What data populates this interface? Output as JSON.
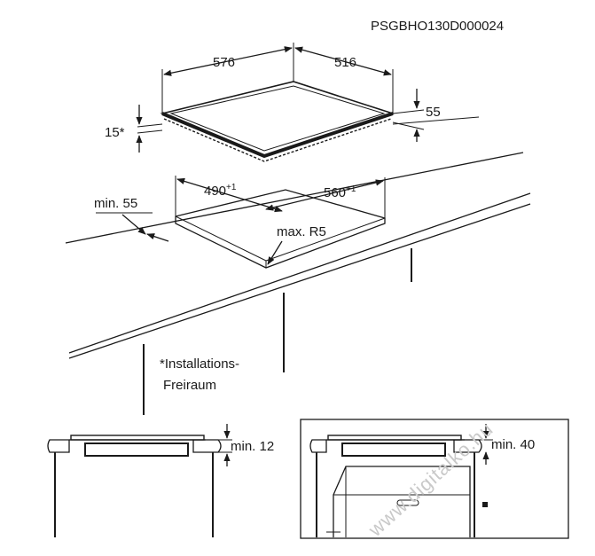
{
  "drawing_code": "PSGBHO130D000024",
  "dimensions": {
    "hob_width": "576",
    "hob_depth": "516",
    "hob_height": "55",
    "min_clearance": "15*",
    "cutout_width": "490",
    "cutout_width_tol": "+1",
    "cutout_depth": "560",
    "cutout_depth_tol": "+1",
    "front_edge": "min. 55",
    "corner_radius": "max. R5",
    "side_gap": "min. 12",
    "oven_gap": "min. 40"
  },
  "footnote": {
    "line1": "*Installations-",
    "line2": "Freiraum"
  },
  "watermark": "www.digitalko.hu"
}
